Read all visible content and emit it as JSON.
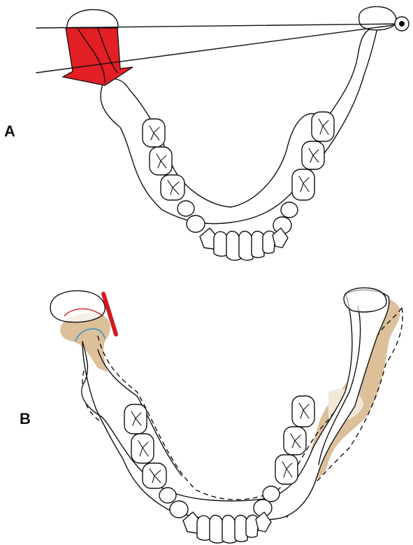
{
  "panels": [
    {
      "id": "A",
      "label": "A"
    },
    {
      "id": "B",
      "label": "B"
    }
  ],
  "colors": {
    "outline": "#111111",
    "force_arrow": "#e31e24",
    "bone_tint": "#dcc09a",
    "red_contour": "#d11a1f",
    "blue_contour": "#2a8fd0"
  }
}
